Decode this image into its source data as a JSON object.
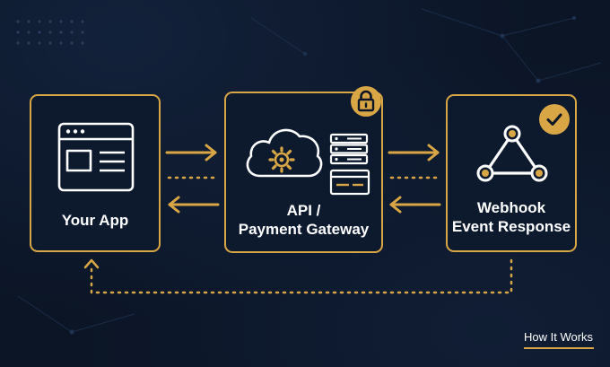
{
  "nodes": {
    "app": {
      "label": "Your App"
    },
    "api": {
      "label_line1": "API /",
      "label_line2": "Payment Gateway"
    },
    "webhook": {
      "label_line1": "Webhook",
      "label_line2": "Event Response"
    }
  },
  "footer": {
    "label": "How It Works"
  },
  "icons": {
    "app": "browser-window-icon",
    "api_cloud": "cloud-gear-icon",
    "api_server": "server-stack-icon",
    "api_card": "credit-card-icon",
    "webhook": "webhook-icon",
    "lock": "lock-icon",
    "check": "checkmark-icon"
  },
  "colors": {
    "background": "#0b1526",
    "accent": "#d9a645",
    "text": "#ffffff"
  }
}
